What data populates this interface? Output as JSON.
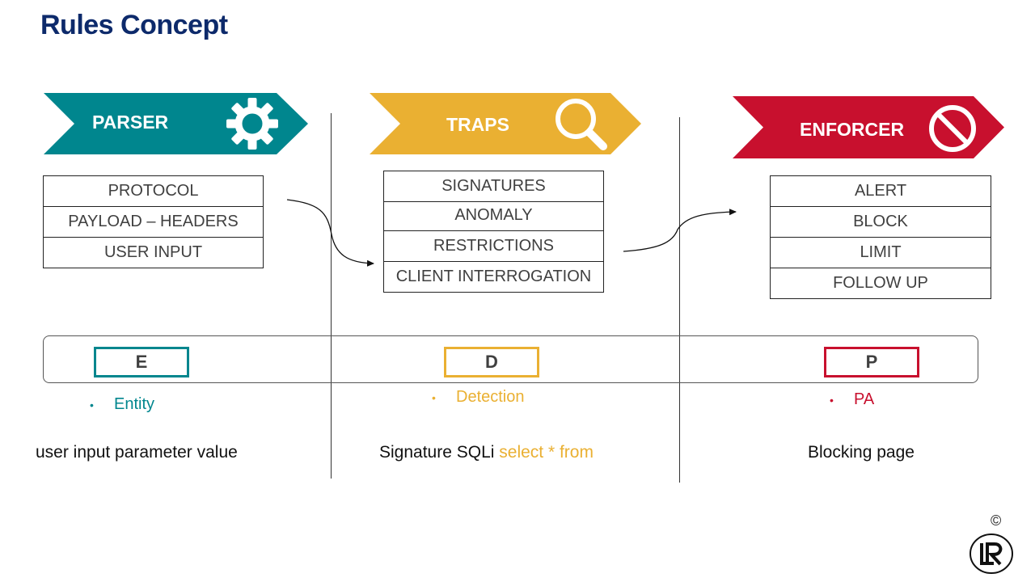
{
  "title": "Rules Concept",
  "colors": {
    "parser": "#00868e",
    "traps": "#eab032",
    "enforcer": "#c8102e",
    "title": "#0d2a6b"
  },
  "stages": [
    {
      "label": "PARSER",
      "icon": "gear-icon",
      "items": [
        "PROTOCOL",
        "PAYLOAD – HEADERS",
        "USER INPUT"
      ]
    },
    {
      "label": "TRAPS",
      "icon": "magnifier-icon",
      "items": [
        "SIGNATURES",
        "ANOMALY",
        "RESTRICTIONS",
        "CLIENT INTERROGATION"
      ]
    },
    {
      "label": "ENFORCER",
      "icon": "prohibited-icon",
      "items": [
        "ALERT",
        "BLOCK",
        "LIMIT",
        "FOLLOW UP"
      ]
    }
  ],
  "edp": [
    {
      "letter": "E",
      "term": "Entity"
    },
    {
      "letter": "D",
      "term": "Detection"
    },
    {
      "letter": "P",
      "term": "PA"
    }
  ],
  "examples": [
    {
      "text": "user input parameter value"
    },
    {
      "text": "Signature SQLi ",
      "highlight": "select * from"
    },
    {
      "text": "Blocking page"
    }
  ],
  "footer": {
    "copyright": "©",
    "logo_icon": "lr-logo-icon"
  }
}
